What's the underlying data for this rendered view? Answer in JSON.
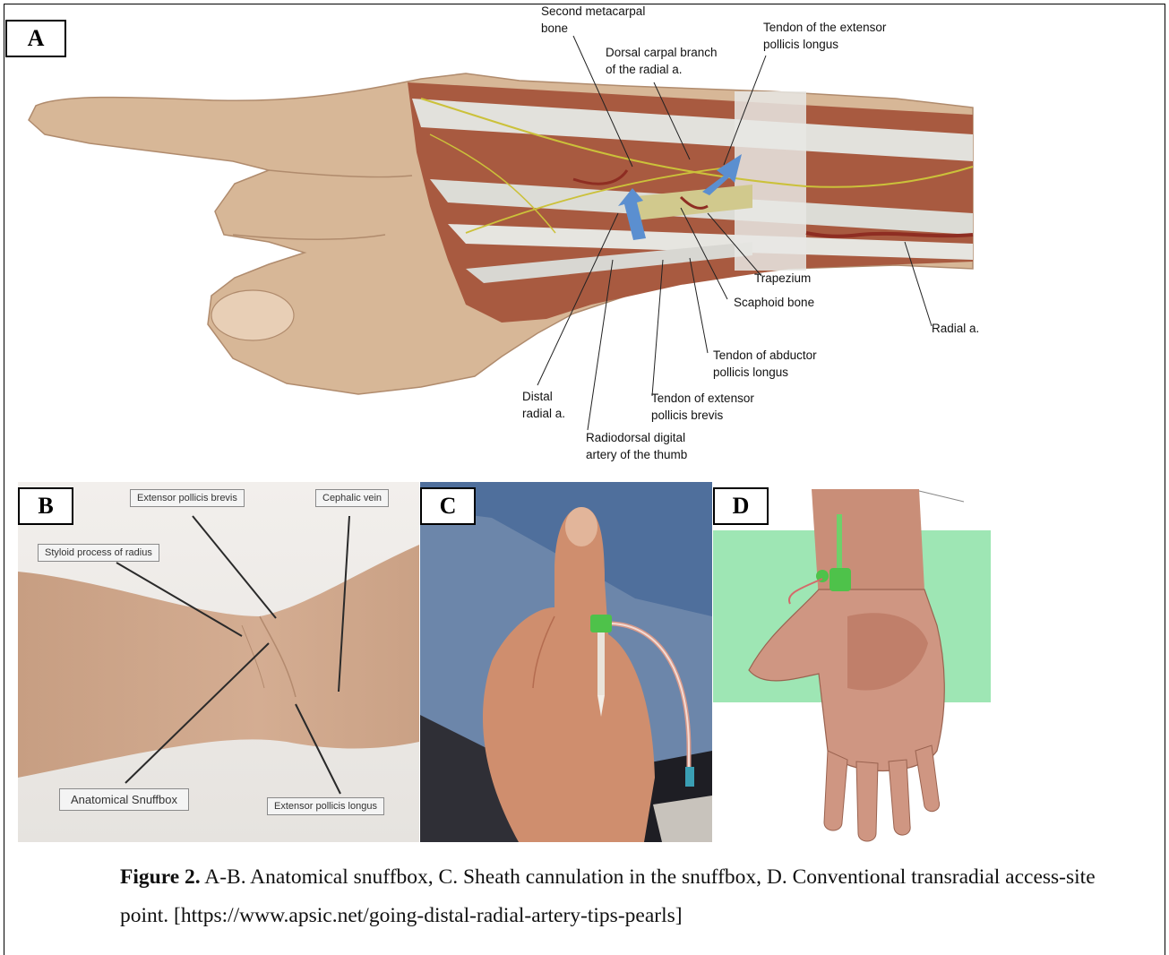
{
  "figure": {
    "panels": {
      "a": {
        "tag": "A"
      },
      "b": {
        "tag": "B"
      },
      "c": {
        "tag": "C"
      },
      "d": {
        "tag": "D"
      }
    },
    "panel_a_labels": {
      "second_metacarpal_1": "Second metacarpal",
      "second_metacarpal_2": "bone",
      "dorsal_carpal_1": "Dorsal carpal branch",
      "dorsal_carpal_2": "of the radial a.",
      "epl_tendon_1": "Tendon of the extensor",
      "epl_tendon_2": "pollicis longus",
      "trapezium": "Trapezium",
      "scaphoid": "Scaphoid bone",
      "radial_a": "Radial a.",
      "apl_tendon_1": "Tendon of abductor",
      "apl_tendon_2": "pollicis longus",
      "distal_radial_1": "Distal",
      "distal_radial_2": "radial a.",
      "epb_tendon_1": "Tendon of extensor",
      "epb_tendon_2": "pollicis brevis",
      "radiodorsal_1": "Radiodorsal digital",
      "radiodorsal_2": "artery of the thumb"
    },
    "panel_b_labels": {
      "extensor_brevis": "Extensor pollicis brevis",
      "cephalic_vein": "Cephalic vein",
      "styloid": "Styloid process of radius",
      "snuffbox": "Anatomical Snuffbox",
      "extensor_longus": "Extensor pollicis longus"
    },
    "caption": {
      "label": "Figure 2.",
      "text": " A-B. Anatomical snuffbox, C. Sheath cannulation in the snuffbox, D. Conventional transradial access-site point. [https://www.apsic.net/going-distal-radial-artery-tips-pearls]"
    }
  },
  "colors": {
    "skin": "#d9b99a",
    "muscle": "#a2553e",
    "tendon": "#dcdcd6",
    "nerve": "#c9c23a",
    "artery": "#8e2d22",
    "arrow": "#5b8fd0",
    "green_bg": "#9ee6b4",
    "sheath_green": "#4ec24a"
  }
}
